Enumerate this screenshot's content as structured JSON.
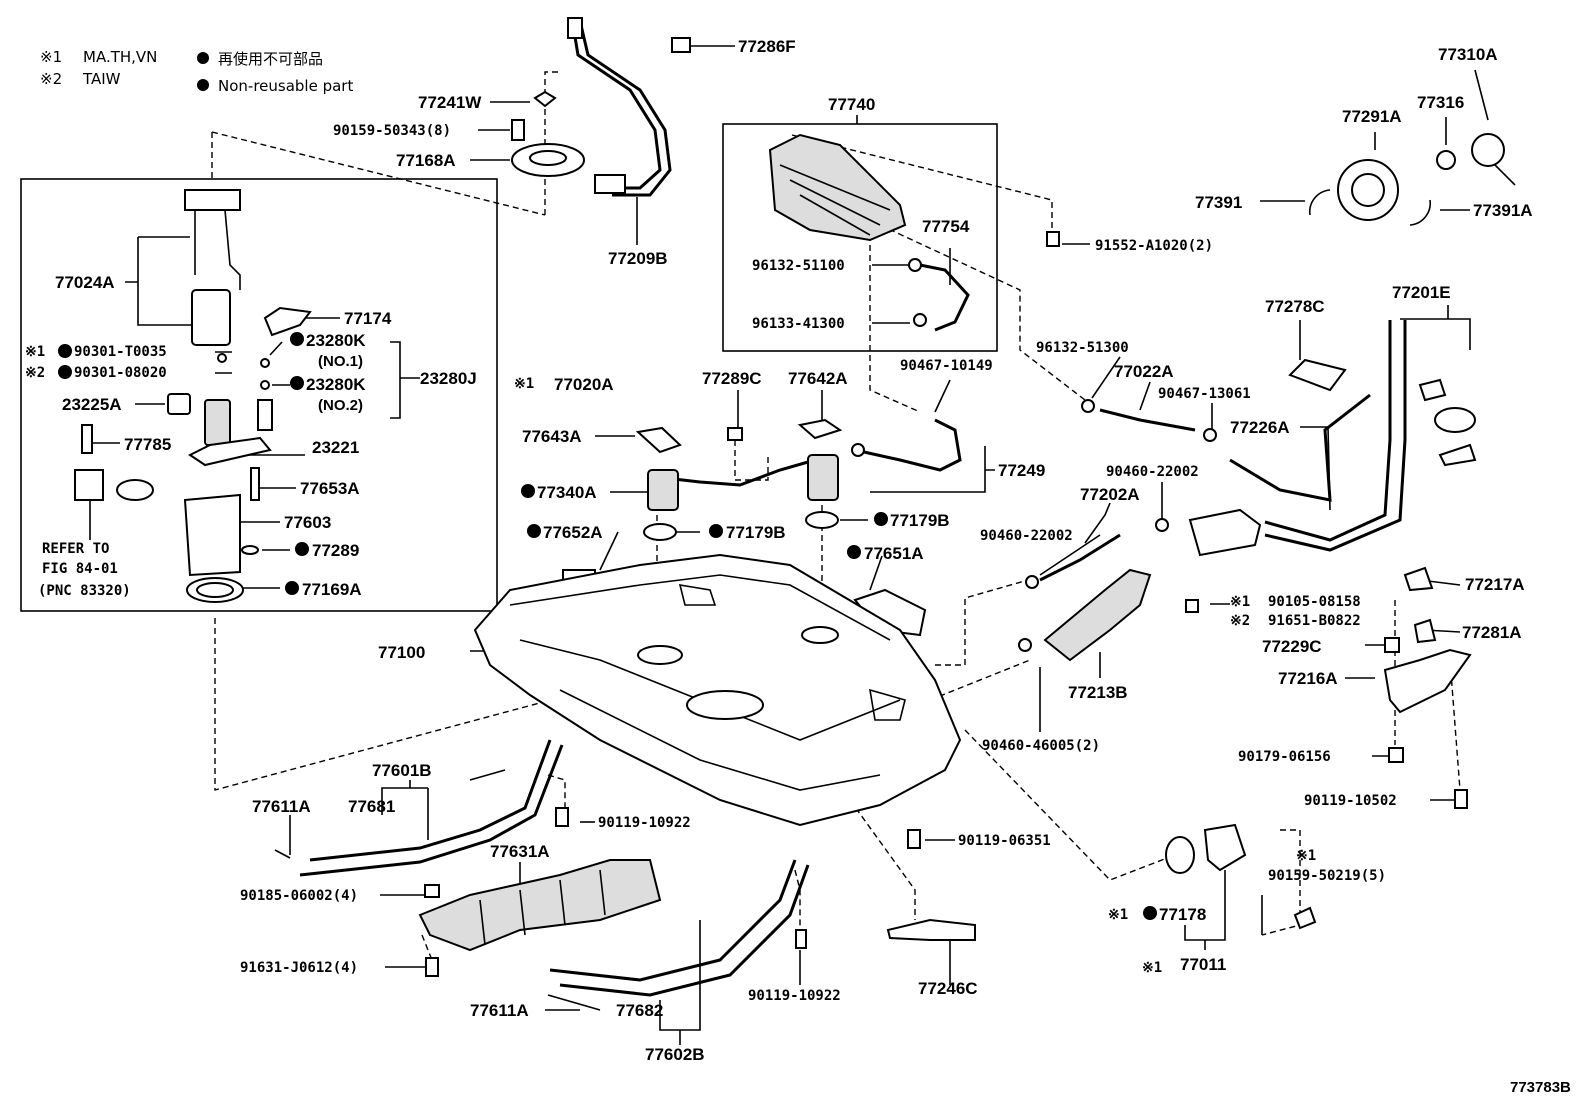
{
  "legend": {
    "note1_mark": "※1",
    "note1_text": "MA.TH,VN",
    "note2_mark": "※2",
    "note2_text": "TAIW",
    "nonreuse_jp": "再使用不可部品",
    "nonreuse_en": "Non-reusable part"
  },
  "labels": {
    "p77286F": "77286F",
    "p77241W": "77241W",
    "p90159_50343": "90159-50343(8)",
    "p77168A": "77168A",
    "p77209B": "77209B",
    "p77024A": "77024A",
    "p77174": "77174",
    "p90301_T0035": "90301-T0035",
    "p90301_08020": "90301-08020",
    "p23280K_1": "23280K",
    "p23280K_1n": "(NO.1)",
    "p23280K_2": "23280K",
    "p23280K_2n": "(NO.2)",
    "p23280J": "23280J",
    "p77020A": "77020A",
    "p23225A": "23225A",
    "p77785": "77785",
    "p23221": "23221",
    "p77653A": "77653A",
    "p77603": "77603",
    "p77289": "77289",
    "p77169A": "77169A",
    "refer1": "REFER TO",
    "refer2": "FIG 84-01",
    "refer3": "(PNC 83320)",
    "p77740": "77740",
    "p77754": "77754",
    "p96132_51100": "96132-51100",
    "p96133_41300": "96133-41300",
    "p91552_A1020": "91552-A1020(2)",
    "p77310A": "77310A",
    "p77316": "77316",
    "p77291A": "77291A",
    "p77391": "77391",
    "p77391A": "77391A",
    "p77278C": "77278C",
    "p77201E": "77201E",
    "p96132_51300": "96132-51300",
    "p77022A": "77022A",
    "p90467_13061": "90467-13061",
    "p77226A": "77226A",
    "p90467_10149": "90467-10149",
    "p77249": "77249",
    "p77289C": "77289C",
    "p77642A": "77642A",
    "p77643A": "77643A",
    "p77340A": "77340A",
    "p77652A": "77652A",
    "p77179B_a": "77179B",
    "p77179B_b": "77179B",
    "p77651A": "77651A",
    "p90460_22002_a": "90460-22002",
    "p77202A": "77202A",
    "p90460_22002_b": "90460-22002",
    "p77217A": "77217A",
    "p90105_08158": "90105-08158",
    "p91651_B0822": "91651-B0822",
    "p77229C": "77229C",
    "p77281A": "77281A",
    "p77216A": "77216A",
    "p77213B": "77213B",
    "p77100": "77100",
    "p90460_46005": "90460-46005(2)",
    "p90179_06156": "90179-06156",
    "p90119_10502": "90119-10502",
    "p77601B": "77601B",
    "p77611A_a": "77611A",
    "p77681": "77681",
    "p90119_10922_a": "90119-10922",
    "p77631A": "77631A",
    "p90185_06002": "90185-06002(4)",
    "p91631_J0612": "91631-J0612(4)",
    "p90119_06351": "90119-06351",
    "p77178": "77178",
    "p90159_50219": "90159-50219(5)",
    "p77011": "77011",
    "p77246C": "77246C",
    "p90119_10922_b": "90119-10922",
    "p77611A_b": "77611A",
    "p77682": "77682",
    "p77602B": "77602B",
    "fig_id": "773783B"
  },
  "marks": {
    "n1": "※1",
    "n2": "※2",
    "dot": "●"
  }
}
